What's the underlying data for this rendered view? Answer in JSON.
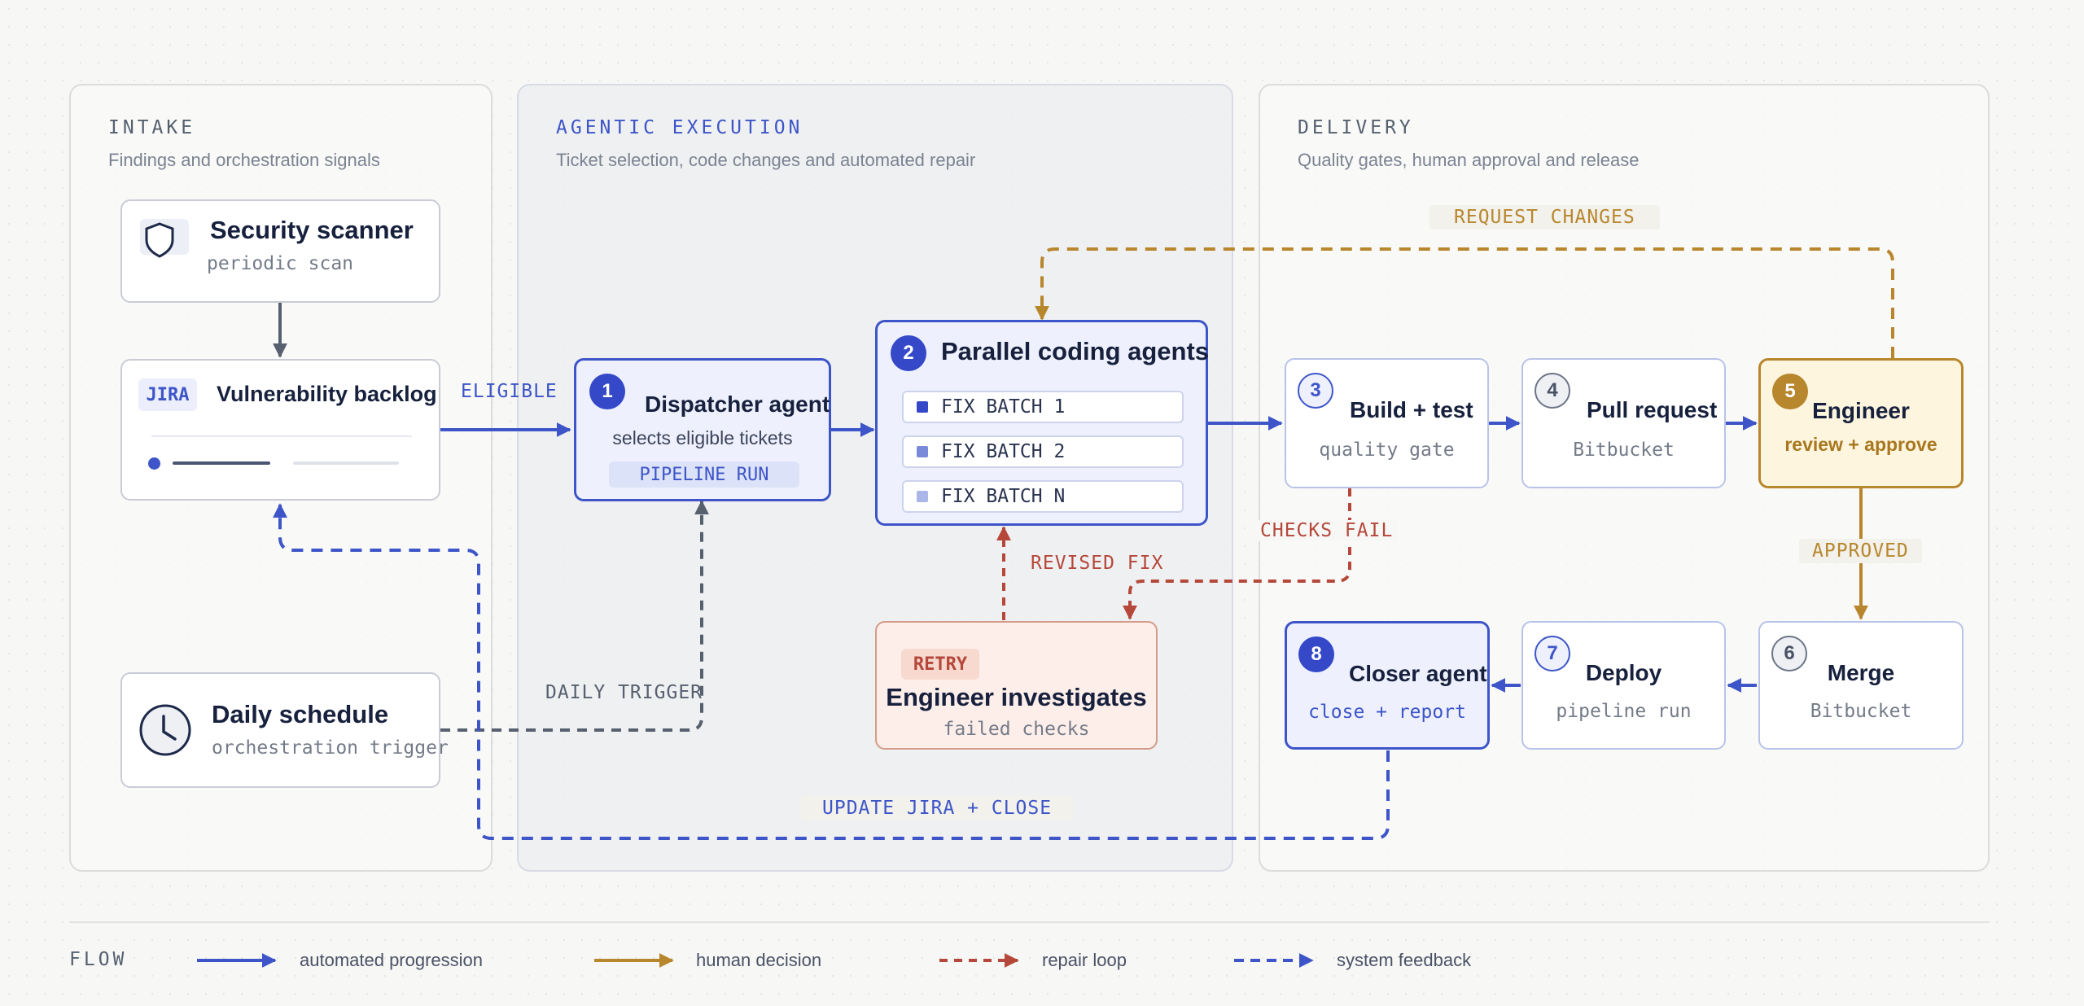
{
  "panels": {
    "intake": {
      "title": "INTAKE",
      "subtitle": "Findings and orchestration signals"
    },
    "agentic": {
      "title": "AGENTIC EXECUTION",
      "subtitle": "Ticket selection, code changes and automated repair"
    },
    "delivery": {
      "title": "DELIVERY",
      "subtitle": "Quality gates, human approval and release"
    }
  },
  "nodes": {
    "scanner": {
      "title": "Security scanner",
      "sub": "periodic scan",
      "icon": "shield-icon"
    },
    "backlog": {
      "tag": "JIRA",
      "title": "Vulnerability backlog"
    },
    "schedule": {
      "title": "Daily schedule",
      "sub": "orchestration trigger",
      "icon": "clock-icon"
    },
    "dispatcher": {
      "num": "1",
      "title": "Dispatcher agent",
      "sub": "selects eligible tickets",
      "chip": "PIPELINE RUN"
    },
    "parallel": {
      "num": "2",
      "title": "Parallel coding agents",
      "batches": [
        "FIX BATCH 1",
        "FIX BATCH 2",
        "FIX BATCH N"
      ]
    },
    "investigate": {
      "tag": "RETRY",
      "title": "Engineer investigates",
      "sub": "failed checks"
    },
    "build": {
      "num": "3",
      "title": "Build + test",
      "sub": "quality gate"
    },
    "pr": {
      "num": "4",
      "title": "Pull request",
      "sub": "Bitbucket"
    },
    "engineer": {
      "num": "5",
      "title": "Engineer",
      "sub": "review + approve"
    },
    "merge": {
      "num": "6",
      "title": "Merge",
      "sub": "Bitbucket"
    },
    "deploy": {
      "num": "7",
      "title": "Deploy",
      "sub": "pipeline run"
    },
    "closer": {
      "num": "8",
      "title": "Closer agent",
      "sub": "close + report"
    }
  },
  "edge_labels": {
    "eligible": "ELIGIBLE",
    "daily_trigger": "DAILY TRIGGER",
    "revised_fix": "REVISED FIX",
    "checks_fail": "CHECKS FAIL",
    "request_changes": "REQUEST CHANGES",
    "approved": "APPROVED",
    "update_jira": "UPDATE JIRA + CLOSE"
  },
  "legend": {
    "title": "FLOW",
    "items": [
      {
        "label": "automated progression",
        "color": "#3d55c8",
        "style": "solid"
      },
      {
        "label": "human decision",
        "color": "#b8862d",
        "style": "solid"
      },
      {
        "label": "repair loop",
        "color": "#b5483a",
        "style": "dashed"
      },
      {
        "label": "system feedback",
        "color": "#3d55c8",
        "style": "dashed"
      }
    ]
  },
  "colors": {
    "blue": "#3d55c8",
    "gold": "#b8862d",
    "red": "#b5483a",
    "grey": "#56606f"
  }
}
